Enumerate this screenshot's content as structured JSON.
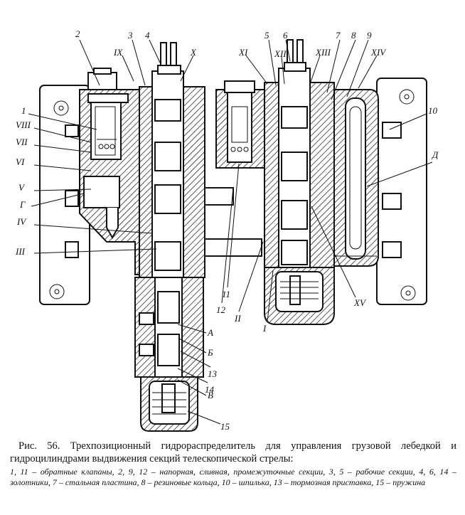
{
  "figure": {
    "labels": [
      {
        "id": "n2",
        "text": "2"
      },
      {
        "id": "n3",
        "text": "3"
      },
      {
        "id": "n4",
        "text": "4"
      },
      {
        "id": "n5",
        "text": "5"
      },
      {
        "id": "n6",
        "text": "6"
      },
      {
        "id": "n7",
        "text": "7"
      },
      {
        "id": "n8",
        "text": "8"
      },
      {
        "id": "n9",
        "text": "9"
      },
      {
        "id": "n1",
        "text": "1"
      },
      {
        "id": "n10",
        "text": "10"
      },
      {
        "id": "n11",
        "text": "11"
      },
      {
        "id": "n12",
        "text": "12"
      },
      {
        "id": "n13",
        "text": "13"
      },
      {
        "id": "n14",
        "text": "14"
      },
      {
        "id": "n15",
        "text": "15"
      },
      {
        "id": "rIX",
        "text": "IX"
      },
      {
        "id": "rX",
        "text": "X"
      },
      {
        "id": "rXI",
        "text": "XI"
      },
      {
        "id": "rXII",
        "text": "XII"
      },
      {
        "id": "rXIII",
        "text": "XIII"
      },
      {
        "id": "rXIV",
        "text": "XIV"
      },
      {
        "id": "rVIII",
        "text": "VIII"
      },
      {
        "id": "rVII",
        "text": "VII"
      },
      {
        "id": "rVI",
        "text": "VI"
      },
      {
        "id": "rV",
        "text": "V"
      },
      {
        "id": "lG",
        "text": "Г"
      },
      {
        "id": "rIV",
        "text": "IV"
      },
      {
        "id": "rIII",
        "text": "III"
      },
      {
        "id": "rII",
        "text": "II"
      },
      {
        "id": "rI",
        "text": "I"
      },
      {
        "id": "rXV",
        "text": "XV"
      },
      {
        "id": "lD",
        "text": "Д"
      },
      {
        "id": "lA",
        "text": "А"
      },
      {
        "id": "lB",
        "text": "Б"
      },
      {
        "id": "lV",
        "text": "В"
      }
    ]
  },
  "caption": {
    "title": "Рис. 56. Трехпозиционный гидрораспределитель для управления грузовой лебедкой и гидроцилиндрами выдвижения секций телескопической стрелы:",
    "legend": "1, 11 – обратные клапаны, 2, 9, 12 – напорная, сливная, промежуточные секции, 3, 5 – рабочие секции, 4, 6, 14 – золотники, 7 – стальная пластина, 8 – резиновые кольца, 10 – шпилька, 13 – тормозная приставка, 15 – пружина"
  }
}
